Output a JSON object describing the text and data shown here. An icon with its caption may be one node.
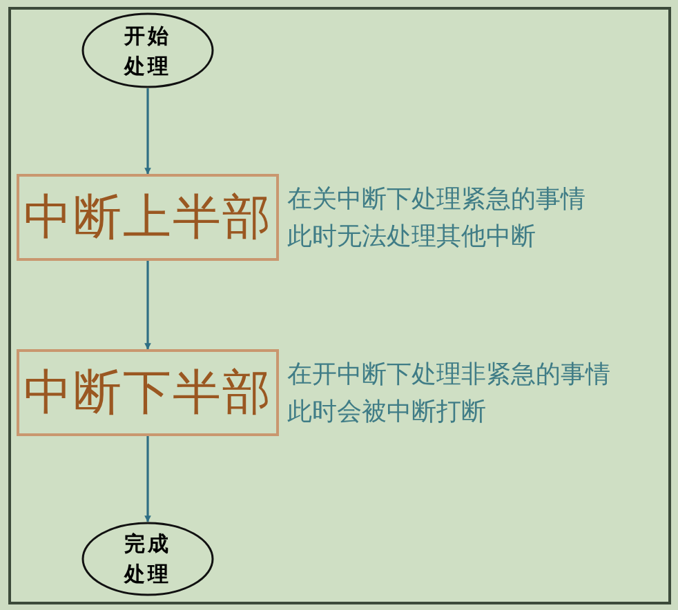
{
  "diagram": {
    "nodes": [
      {
        "text": [
          "开始处理"
        ]
      },
      {
        "text": [
          "中断上半部"
        ],
        "beside": [
          "在关中断下处理紧急的事情",
          "此时无法处理其他中断"
        ]
      },
      {
        "text": [
          "中断下半部"
        ],
        "beside": [
          "在开中断下处理非紧急的事情",
          "此时会被中断打断"
        ]
      },
      {
        "text": [
          "完成处理"
        ]
      }
    ],
    "edges": [
      {
        "from": 0,
        "to": 1,
        "arrow": "to"
      },
      {
        "from": 1,
        "to": 2,
        "arrow": "to"
      },
      {
        "from": 2,
        "to": 3,
        "arrow": "to"
      }
    ]
  }
}
